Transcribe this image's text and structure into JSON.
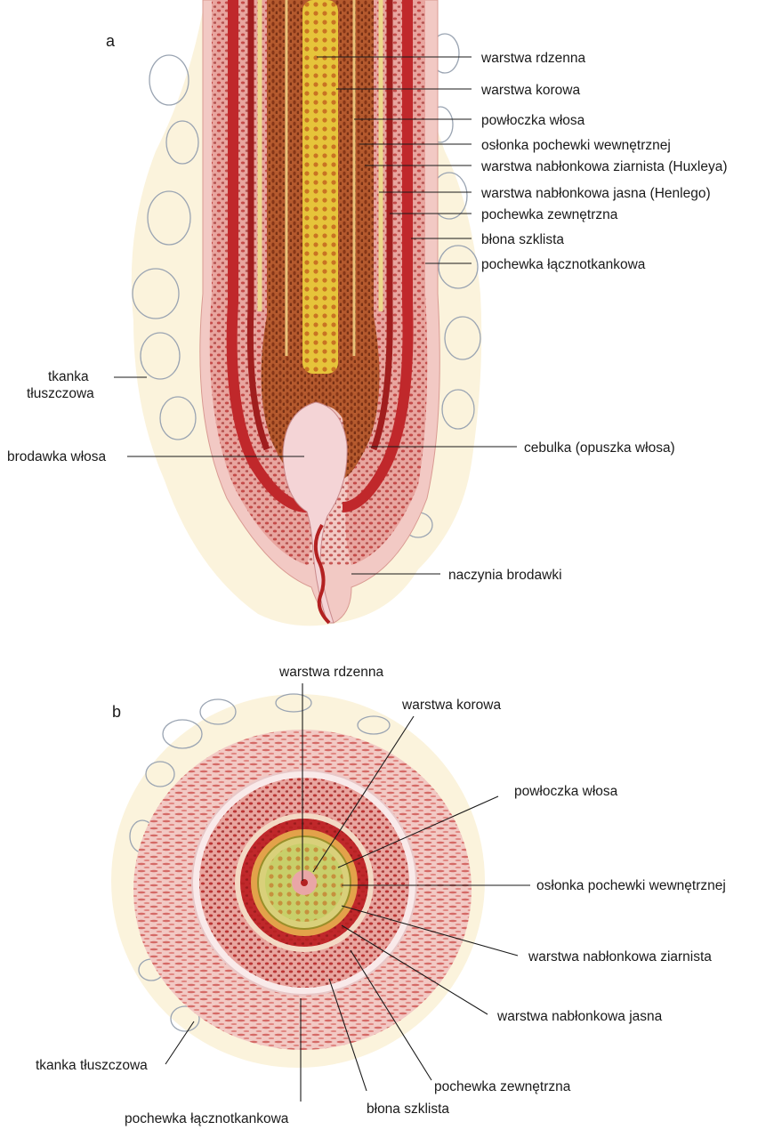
{
  "panel_a": {
    "letter": "a",
    "labels": {
      "medulla": "warstwa rdzenna",
      "cortex": "warstwa korowa",
      "cuticle": "powłoczka włosa",
      "sheath_cuticle": "osłonka pochewki wewnętrznej",
      "huxley": "warstwa nabłonkowa ziarnista (Huxleya)",
      "henle": "warstwa nabłonkowa jasna (Henlego)",
      "outer_sheath": "pochewka zewnętrzna",
      "glassy": "błona szklista",
      "connective": "pochewka łącznotkankowa",
      "fat_line1": "tkanka",
      "fat_line2": "tłuszczowa",
      "papilla": "brodawka włosa",
      "bulb": "cebulka (opuszka włosa)",
      "vessels": "naczynia brodawki"
    }
  },
  "panel_b": {
    "letter": "b",
    "labels": {
      "medulla": "warstwa rdzenna",
      "cortex": "warstwa korowa",
      "cuticle": "powłoczka włosa",
      "sheath_cuticle": "osłonka pochewki wewnętrznej",
      "huxley": "warstwa nabłonkowa ziarnista",
      "henle": "warstwa nabłonkowa jasna",
      "outer_sheath": "pochewka zewnętrzna",
      "glassy": "błona szklista",
      "connective": "pochewka łącznotkankowa",
      "fat": "tkanka tłuszczowa"
    }
  },
  "colors": {
    "background": "#ffffff",
    "fat_fill": "#fbf3dc",
    "fat_edge": "#9aa4b2",
    "connective": "#f2c9c4",
    "outer_sheath": "#e8a59f",
    "granular_red": "#c0282b",
    "dark_red": "#a01e1e",
    "medulla_yellow": "#e6c43a",
    "cortex_brown": "#b55a2e",
    "papilla_pink": "#f4d4d6",
    "cell_dot": "#b32121"
  }
}
